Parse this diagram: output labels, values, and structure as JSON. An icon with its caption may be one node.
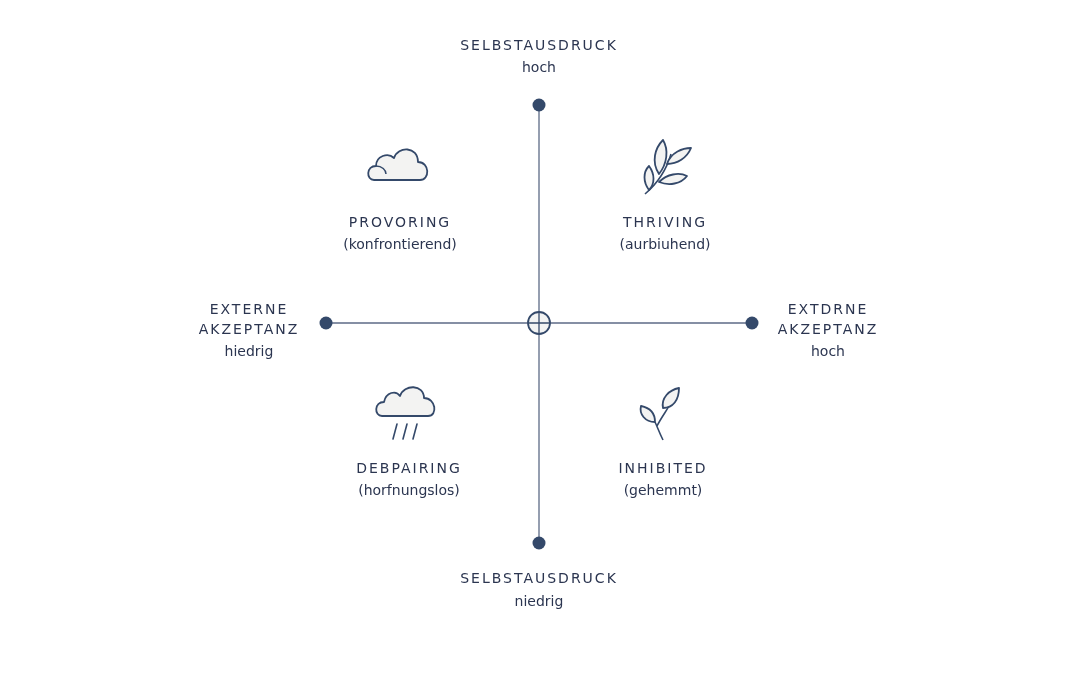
{
  "diagram": {
    "labels": [
      "SELBSTAUSDRUCK",
      "hoch",
      "PROVORING",
      "(konfrontierend)",
      "THRIVING",
      "(aurbiuhend)",
      "EXTERNE AKZEPTANZ",
      "hiedrig",
      "EXTDRNE AKZEPTANZ",
      "hoch",
      "DEBPAIRING",
      "(horfnungslos)",
      "INHIBITED",
      "(gehemmt)",
      "SELBSTAUSDRUCK",
      "niedrig"
    ]
  }
}
